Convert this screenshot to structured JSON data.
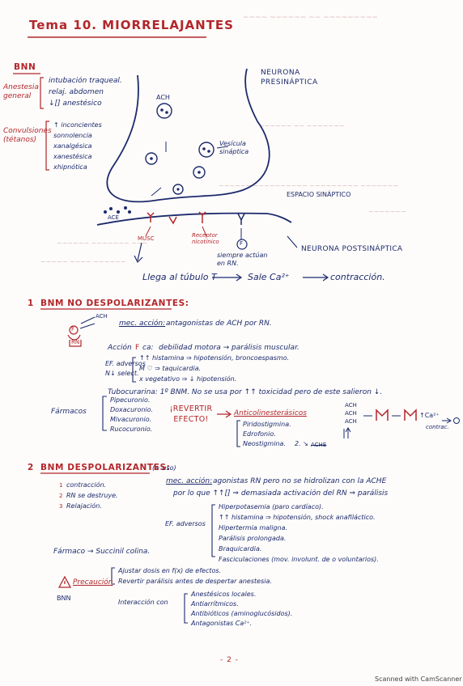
{
  "title": "Tema 10. MIORRELAJANTES",
  "bnn_label": "BNN",
  "anestesia_general": {
    "label": "Anestesia general",
    "items": [
      "intubación traqueal.",
      "relaj. abdomen",
      "↓[] anestésico"
    ]
  },
  "convulsiones": {
    "label": "Convulsiones (tétanos)",
    "items": [
      "↑ inconcientes",
      "sonnolencia",
      "xanalgésica",
      "xanestésica",
      "xhipnótica"
    ]
  },
  "diagram": {
    "ach_top": "ACH",
    "neurona_presinaptica": "NEURONA PRESINÁPTICA",
    "vesicula": "Vesícula sináptica",
    "espacio": "ESPACIO SINÁPTICO",
    "ace": "ACE",
    "musc": "MUSC",
    "receptor": "Receptor nicotínico",
    "f_circle": "F",
    "siempre": "siempre actúan en RN.",
    "neurona_postsinaptica": "NEURONA POSTSINÁPTICA",
    "llega": "Llega al túbulo T",
    "sale": "Sale Ca²⁺",
    "contraccion": "contracción."
  },
  "section1": {
    "num": "1",
    "title": "BNM NO DESPOLARIZANTES:",
    "diagram_ach": "ACH",
    "diagram_f": "F",
    "diagram_rn": "RN",
    "mec_label": "mec. acción:",
    "mec_text": "antagonistas de ACH por RN.",
    "accion_label": "Acción",
    "accion_f": "F",
    "accion_suffix": "ca:",
    "accion_text": "debilidad motora → parálisis muscular.",
    "ef_label": "EF. adversos",
    "ef_sub": "N↓ select.",
    "ef_items": [
      "↑↑ histamina ⇒ hipotensión, broncoespasmo.",
      "M ♡ ⇒ taquicardia.",
      "x vegetativo ⇒ ↓ hipotensión."
    ],
    "tubocurarina": "Tubocurarina: 1º BNM. No se usa por ↑↑ toxicidad pero de este salieron ↓.",
    "farmacos_label": "Fármacos",
    "farmacos": [
      "Pipecuronio.",
      "Doxacuronio.",
      "Mivacuronio.",
      "Rucocuronio."
    ],
    "revertir": "¡REVERTIR EFECTO!",
    "anticolin": "Anticolinesterásicos",
    "anticolin_items": [
      "Piridostigmina.",
      "Edrofonio.",
      "Neostigmina."
    ],
    "arrow_2": "2. ↘",
    "ache": "ACHE",
    "ach_stack": [
      "ACH",
      "ACH",
      "ACH"
    ],
    "ca": "↑Ca²⁺",
    "contrac": "contrac."
  },
  "section2": {
    "num": "2",
    "title": "BNM DESPOLARIZANTES:",
    "title_note": "(+ uso)",
    "steps": [
      "contracción.",
      "RN se destruye.",
      "Relajación."
    ],
    "steps_num": [
      "1",
      "2",
      "3"
    ],
    "mec_label": "mec. acción:",
    "mec_text": "agonistas RN pero no se hidrolizan con la ACHE",
    "mec_text2": "por lo que ↑↑[] ⇒ demasiada activación del RN ⇒ parálisis",
    "ef_label": "EF. adversos",
    "ef_items": [
      "Hiperpotasemia (paro cardíaco).",
      "↑↑ histamina ⇒ hipotensión, shock anafiláctico.",
      "Hipertermia maligna.",
      "Parálisis prolongada.",
      "Braquicardia.",
      "Fasciculaciones (mov. involunt. de o voluntarios)."
    ],
    "farmaco": "Fármaco → Succinil colina."
  },
  "precaucion": {
    "label": "Precaución",
    "label2": "BNN",
    "items": [
      "Ajustar dosis en f(x) de efectos.",
      "Revertir parálisis antes de despertar anestesia."
    ],
    "interaccion_label": "Interacción con",
    "interaccion_items": [
      "Anestésicos locales.",
      "Antiarrítmicos.",
      "Antibióticos (aminoglucósidos).",
      "Antagonistas Ca²⁺."
    ]
  },
  "page_number": "- 2 -",
  "scanner": "Scanned with CamScanner"
}
